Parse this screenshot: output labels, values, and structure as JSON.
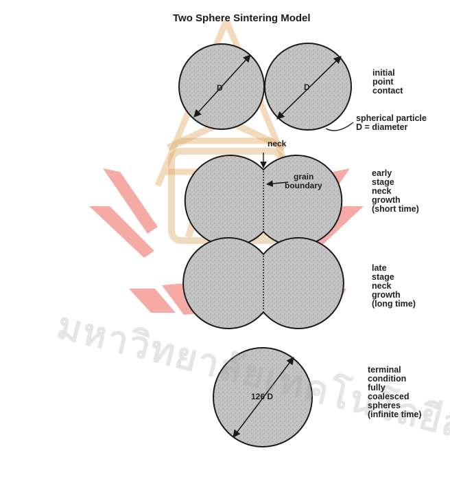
{
  "title": "Two Sphere Sintering Model",
  "stages": [
    {
      "lines": [
        "initial",
        "point",
        "contact"
      ]
    },
    {
      "lines": [
        "spherical particle",
        "D = diameter"
      ]
    },
    {
      "lines": [
        "early",
        "stage",
        "neck",
        "growth",
        "(short time)"
      ]
    },
    {
      "lines": [
        "late",
        "stage",
        "neck",
        "growth",
        "(long time)"
      ]
    },
    {
      "lines": [
        "terminal",
        "condition",
        "fully",
        "coalesced",
        "spheres",
        "(infinite time)"
      ]
    }
  ],
  "inner_labels": {
    "d_left": "D",
    "d_right": "D",
    "neck": "neck",
    "grain_boundary_1": "grain",
    "grain_boundary_2": "boundary",
    "final_d": "126 D"
  },
  "watermark_text": "มหาวิทยาลัยเทคโนโลยีสุรนารี",
  "colors": {
    "particle_fill": "#bdbdbd",
    "outline": "#1a1a1a",
    "watermark_red": "#e4413a",
    "watermark_gold": "#d6a055"
  }
}
